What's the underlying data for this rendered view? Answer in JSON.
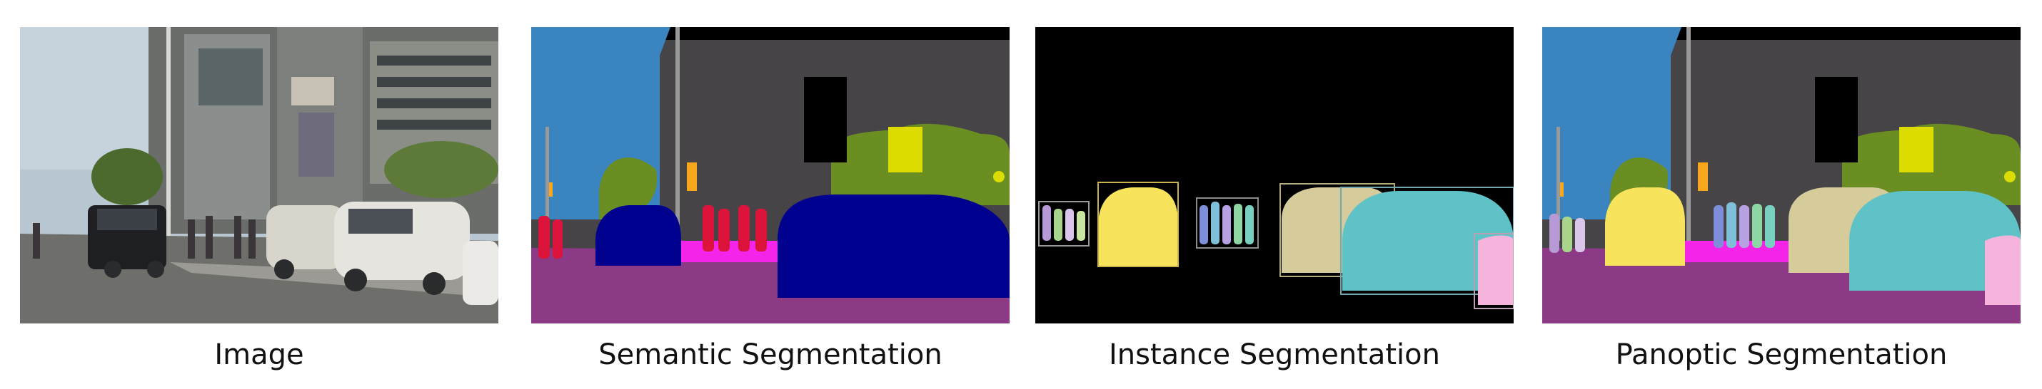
{
  "figure": {
    "panels": [
      {
        "key": "image",
        "caption": "Image"
      },
      {
        "key": "semantic",
        "caption": "Semantic Segmentation"
      },
      {
        "key": "instance",
        "caption": "Instance Segmentation"
      },
      {
        "key": "panoptic",
        "caption": "Panoptic Segmentation"
      }
    ]
  },
  "colors": {
    "sky": "#3a84c0",
    "building": "#474447",
    "road": "#8d3a86",
    "sidewalk": "#f425e8",
    "vegetation": "#6b8e23",
    "car": "#00008e",
    "person": "#dc143c",
    "pole": "#999999",
    "traffic_sign": "#dcdc00",
    "traffic_light": "#f9a81e",
    "black": "#000000",
    "inst_car_yellow": "#f7e45c",
    "inst_car_tan": "#d6cb9b",
    "inst_car_cyan": "#5ec2c6",
    "inst_car_pink": "#f6b4dc"
  }
}
